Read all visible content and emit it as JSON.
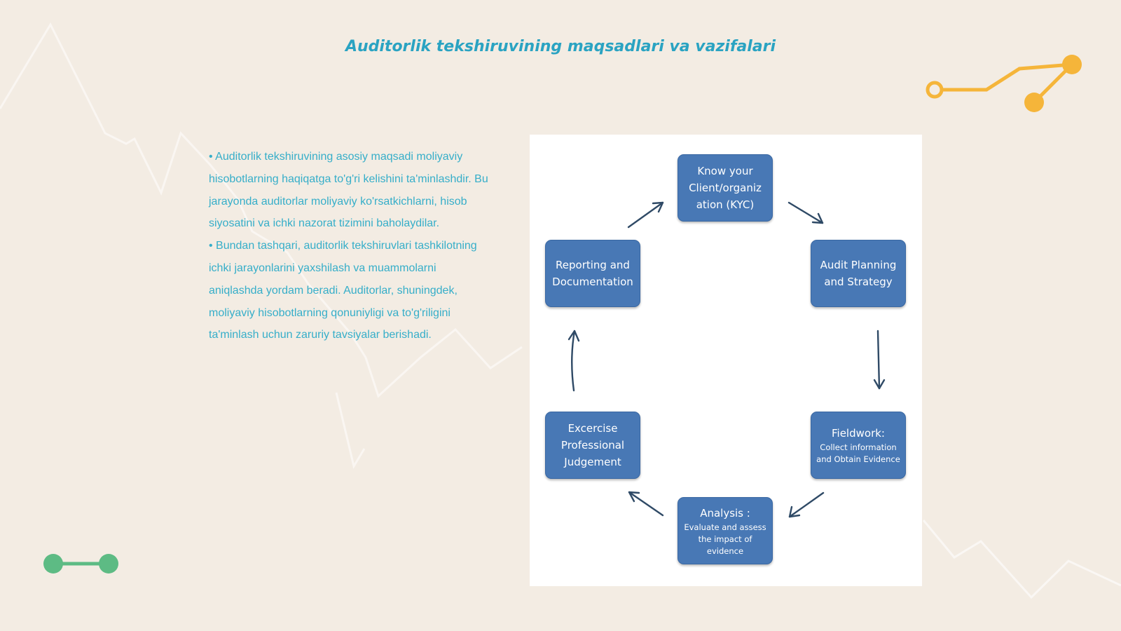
{
  "title": "Auditorlik tekshiruvining maqsadlari va vazifalari",
  "body": {
    "paragraph_1": "• Auditorlik tekshiruvining asosiy maqsadi moliyaviy hisobotlarning haqiqatga to'g'ri kelishini ta'minlashdir. Bu jarayonda auditorlar moliyaviy ko'rsatkichlarni, hisob siyosatini va ichki nazorat tizimini baholaydilar.",
    "paragraph_2": "• Bundan tashqari, auditorlik tekshiruvlari tashkilotning ichki jarayonlarini yaxshilash va muammolarni aniqlashda yordam beradi. Auditorlar, shuningdek, moliyaviy hisobotlarning qonuniyligi va to'g'riligini ta'minlash uchun zaruriy tavsiyalar berishadi."
  },
  "diagram": {
    "nodes": [
      {
        "id": "kyc",
        "title": "Know your Client/organiz ation (KYC)",
        "subtitle": ""
      },
      {
        "id": "planning",
        "title": "Audit Planning and Strategy",
        "subtitle": ""
      },
      {
        "id": "fieldwork",
        "title": "Fieldwork:",
        "subtitle": "Collect information and Obtain Evidence"
      },
      {
        "id": "analysis",
        "title": "Analysis :",
        "subtitle": "Evaluate and assess the impact of evidence"
      },
      {
        "id": "judgement",
        "title": "Excercise Professional Judgement",
        "subtitle": ""
      },
      {
        "id": "reporting",
        "title": "Reporting and Documentation",
        "subtitle": ""
      }
    ],
    "edges": [
      {
        "from": "kyc",
        "to": "planning"
      },
      {
        "from": "planning",
        "to": "fieldwork"
      },
      {
        "from": "fieldwork",
        "to": "analysis"
      },
      {
        "from": "analysis",
        "to": "judgement"
      },
      {
        "from": "judgement",
        "to": "reporting"
      },
      {
        "from": "reporting",
        "to": "kyc"
      }
    ]
  },
  "colors": {
    "background": "#f3ece3",
    "accent": "#2aa3c2",
    "node_fill": "#4878b5",
    "orange_deco": "#f5b53a",
    "green_deco": "#5dbb84"
  }
}
